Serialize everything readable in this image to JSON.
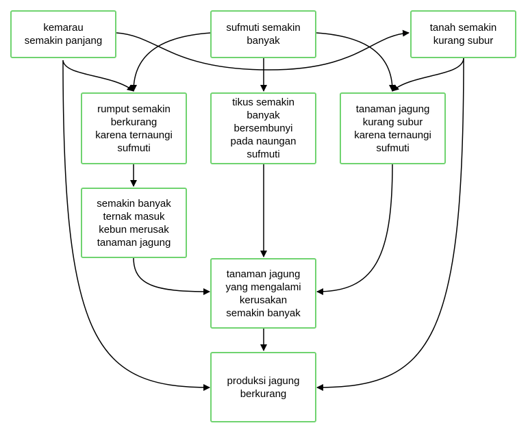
{
  "nodes": {
    "kemarau": "kemarau\nsemakin panjang",
    "sufmuti": "sufmuti semakin\nbanyak",
    "tanah": "tanah semakin\nkurang subur",
    "rumput": "rumput semakin\nberkurang\nkarena ternaungi\nsufmuti",
    "tikus": "tikus semakin\nbanyak\nbersembunyi\npada naungan\nsufmuti",
    "tanaman_kurang_subur": "tanaman jagung\nkurang subur\nkarena ternaungi\nsufmuti",
    "ternak": "semakin banyak\nternak masuk\nkebun merusak\ntanaman jagung",
    "kerusakan": "tanaman jagung\nyang mengalami\nkerusakan\nsemakin banyak",
    "produksi": "produksi jagung\nberkurang"
  },
  "colors": {
    "node_border": "#6fd36f",
    "edge": "#000000"
  }
}
